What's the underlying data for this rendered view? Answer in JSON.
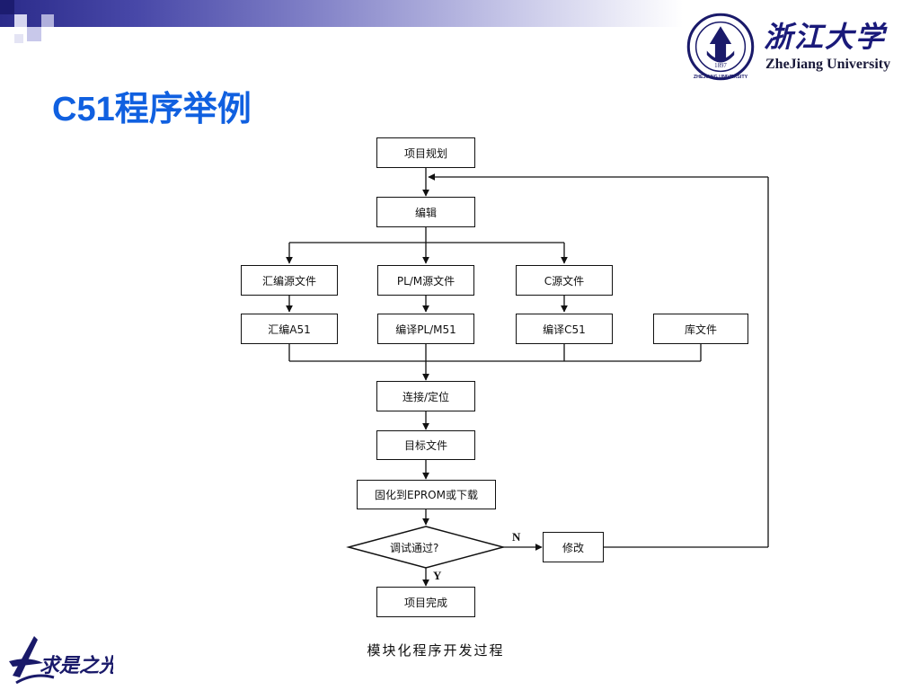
{
  "header": {
    "university_cn": "浙江大学",
    "university_en": "ZheJiang University",
    "seal_year": "1897",
    "seal_text": "ZHEJIANG UNIVERSITY",
    "colors": {
      "strip_dark": "#2b2b8a",
      "strip_light": "#c7c7e8",
      "title": "#1060e0"
    }
  },
  "slide": {
    "title": "C51程序举例"
  },
  "diagram": {
    "nodes": {
      "project_plan": "项目规划",
      "edit": "编辑",
      "asm_source": "汇编源文件",
      "plm_source": "PL/M源文件",
      "c_source": "C源文件",
      "asm_a51": "汇编A51",
      "compile_plm51": "编译PL/M51",
      "compile_c51": "编译C51",
      "library": "库文件",
      "link_locate": "连接/定位",
      "target_file": "目标文件",
      "burn_download": "固化到EPROM或下载",
      "debug_pass": "调试通过?",
      "modify": "修改",
      "project_done": "项目完成"
    },
    "labels": {
      "no": "N",
      "yes": "Y"
    },
    "caption": "模块化程序开发过程"
  },
  "footer": {
    "logo_text": "求是之光"
  }
}
